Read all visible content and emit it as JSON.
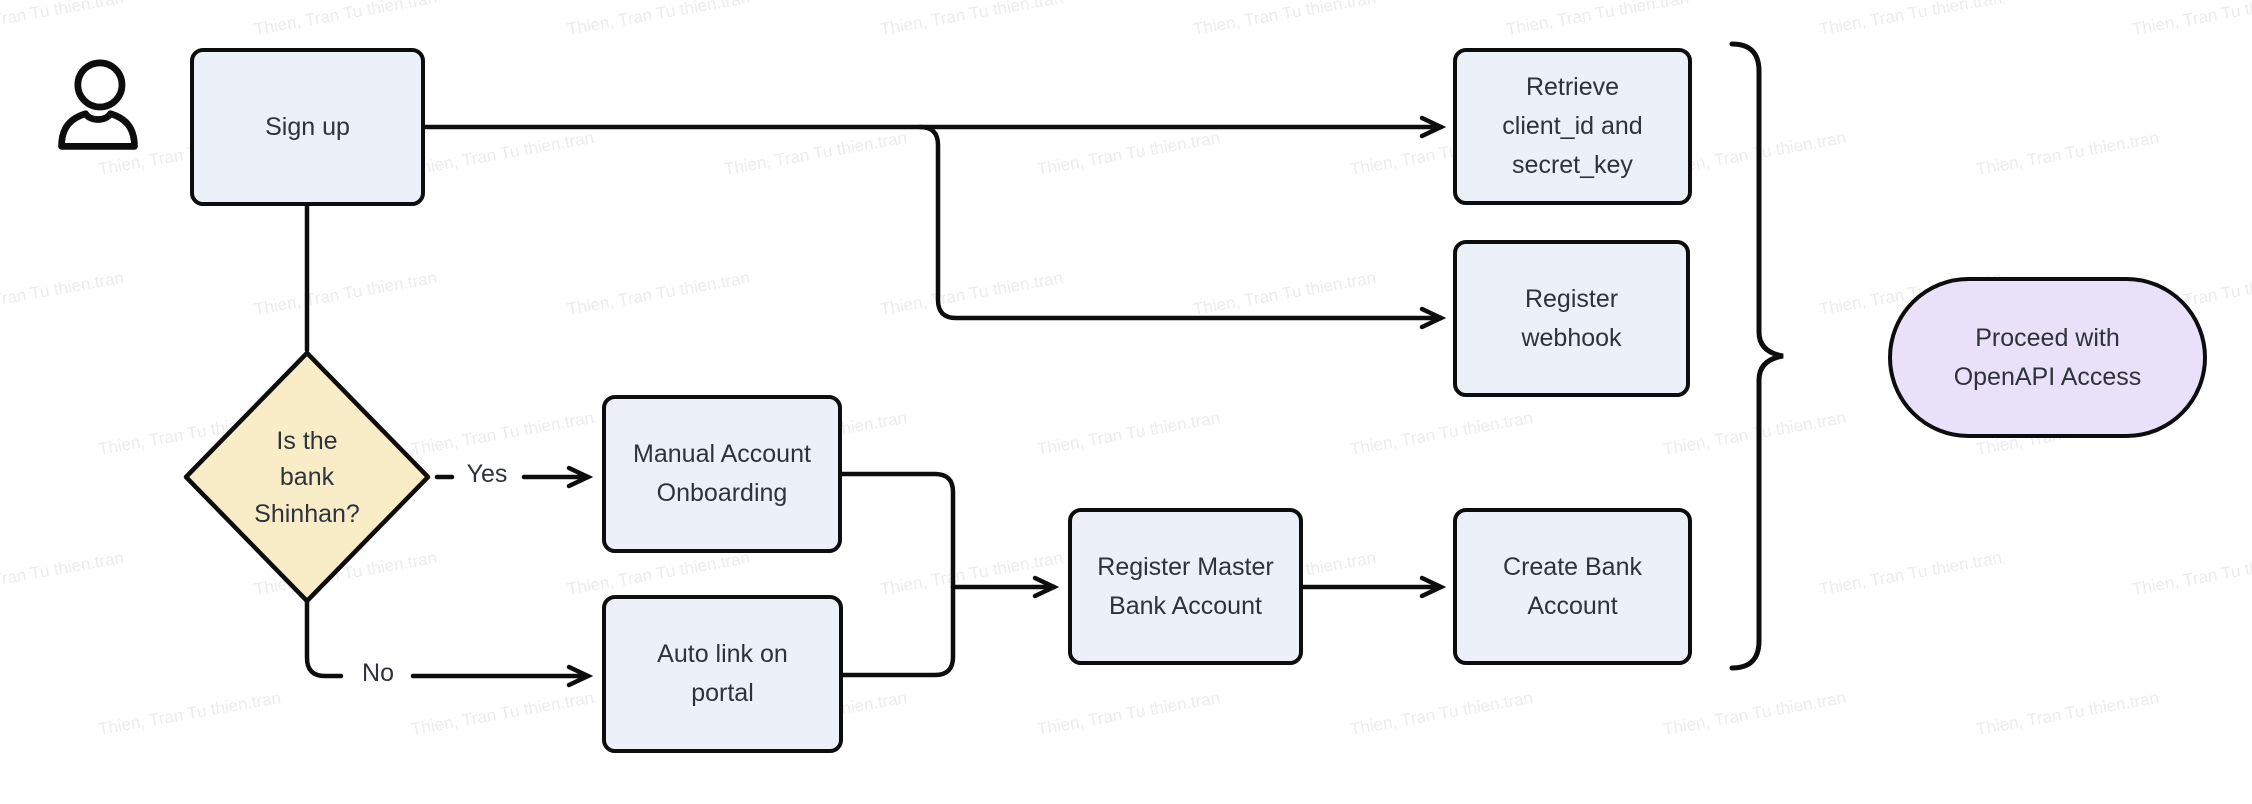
{
  "watermark": {
    "text": "Thien, Tran Tu thien.tran"
  },
  "colors": {
    "process_fill": "#ECF0F9",
    "decision_fill": "#F9EDC8",
    "terminal_fill": "#E9E1F9",
    "stroke": "#0d0d0d",
    "text": "#2e323a"
  },
  "nodes": {
    "signup": {
      "label": "Sign up"
    },
    "decision": {
      "label": "Is the bank Shinhan?"
    },
    "manual": {
      "label": "Manual Account Onboarding"
    },
    "auto": {
      "label": "Auto link on portal"
    },
    "register_master": {
      "label": "Register Master Bank Account"
    },
    "create_bank": {
      "label": "Create Bank Account"
    },
    "retrieve": {
      "label": "Retrieve client_id and secret_key"
    },
    "webhook": {
      "label": "Register webhook"
    },
    "proceed": {
      "label": "Proceed with OpenAPI Access"
    }
  },
  "edges": {
    "yes_label": "Yes",
    "no_label": "No"
  },
  "icons": {
    "actor": "user-icon"
  }
}
